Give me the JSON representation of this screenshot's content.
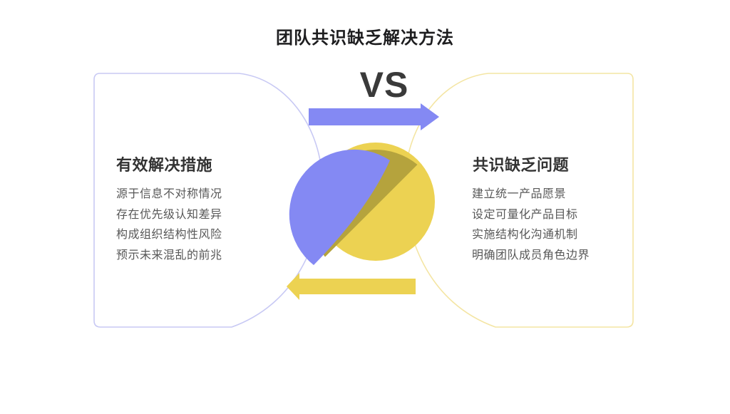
{
  "title": "团队共识缺乏解决方法",
  "vs_label": "VS",
  "left_panel": {
    "heading": "有效解决措施",
    "items": [
      "源于信息不对称情况",
      "存在优先级认知差异",
      "构成组织结构性风险",
      "预示未来混乱的前兆"
    ]
  },
  "right_panel": {
    "heading": "共识缺乏问题",
    "items": [
      "建立统一产品愿景",
      "设定可量化产品目标",
      "实施结构化沟通机制",
      "明确团队成员角色边界"
    ]
  },
  "colors": {
    "purple": "#8489f3",
    "purple_outline": "#c8c9f4",
    "yellow": "#ecd252",
    "yellow_outline": "#f4e5a3",
    "olive": "#b5a33d",
    "vs_text": "#3a3a3a"
  }
}
